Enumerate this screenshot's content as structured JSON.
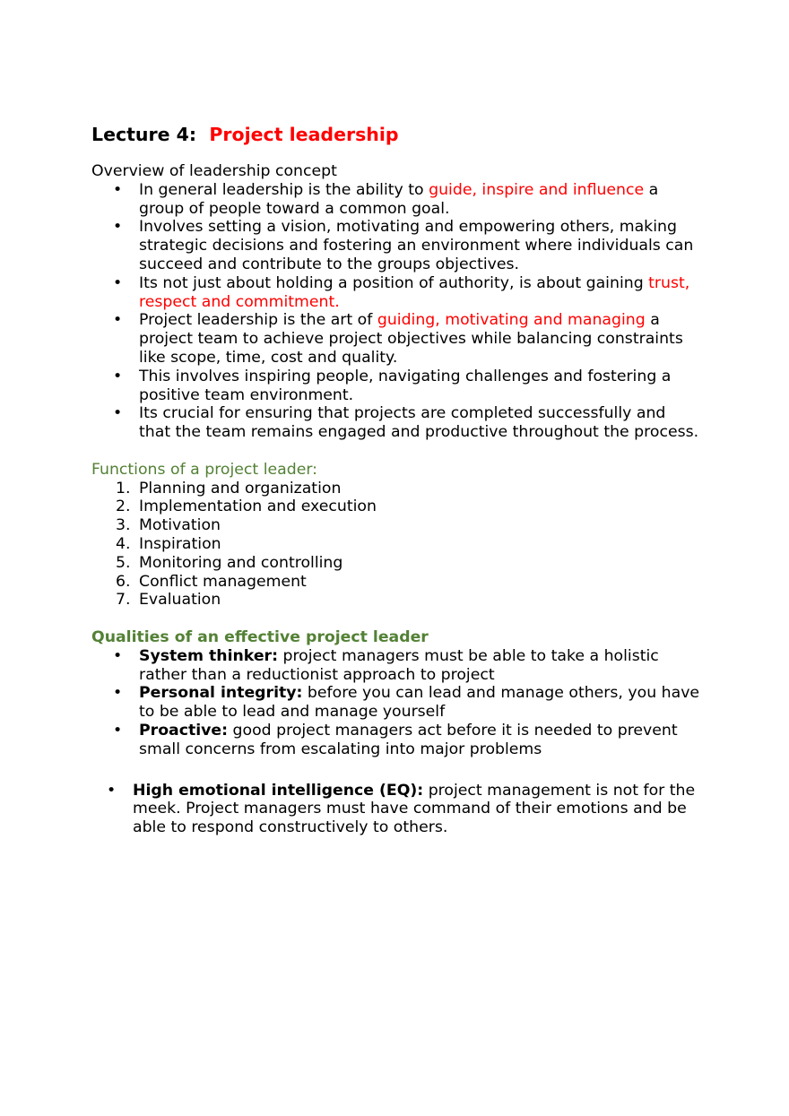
{
  "title": {
    "prefix": "Lecture 4:",
    "accent": "Project leadership",
    "accent_color": "#ff0000"
  },
  "overview": {
    "heading": "Overview of leadership concept",
    "bullets": [
      {
        "pre": "In general leadership is the ability to ",
        "red": "guide, inspire and influence",
        "post": " a group of people toward a common goal."
      },
      {
        "pre": "Involves setting a vision, motivating and empowering others, making strategic decisions and fostering an environment where individuals can succeed and contribute to the groups objectives.",
        "red": "",
        "post": ""
      },
      {
        "pre": "Its not just about holding a position of authority, is about gaining ",
        "red": "trust, respect and commitment.",
        "post": ""
      },
      {
        "pre": "Project leadership is the art of ",
        "red": "guiding, motivating and managing",
        "post": " a project team to achieve project objectives while balancing constraints like scope, time, cost and quality."
      },
      {
        "pre": "This involves inspiring people, navigating challenges and fostering a positive team environment.",
        "red": "",
        "post": ""
      },
      {
        "pre": "Its crucial for ensuring that projects are completed successfully and that the team remains engaged and productive throughout the process.",
        "red": "",
        "post": ""
      }
    ]
  },
  "functions": {
    "heading": "Functions of a project leader:",
    "heading_color": "#538135",
    "items": [
      {
        "num": "1.",
        "text": "Planning and organization"
      },
      {
        "num": "2.",
        "text": "Implementation and execution"
      },
      {
        "num": "3.",
        "text": "Motivation"
      },
      {
        "num": "4.",
        "text": "Inspiration"
      },
      {
        "num": "5.",
        "text": "Monitoring and controlling"
      },
      {
        "num": "6.",
        "text": "Conflict management"
      },
      {
        "num": "7.",
        "text": "Evaluation"
      }
    ]
  },
  "qualities": {
    "heading": "Qualities of an effective project leader",
    "heading_color": "#538135",
    "items": [
      {
        "label": "System thinker:",
        "text": " project managers must be able to take a holistic rather than a reductionist approach to project"
      },
      {
        "label": "Personal integrity:",
        "text": " before you can lead and manage others, you have to be able to lead and manage yourself"
      },
      {
        "label": "Proactive:",
        "text": " good project managers act before it is needed to prevent small concerns from escalating into major problems"
      }
    ],
    "extra_item": {
      "label": "High emotional intelligence (EQ):",
      "text": " project management is not for the meek. Project managers must have command of their emotions and be able to respond constructively to others."
    }
  },
  "bullet_glyph": "•"
}
